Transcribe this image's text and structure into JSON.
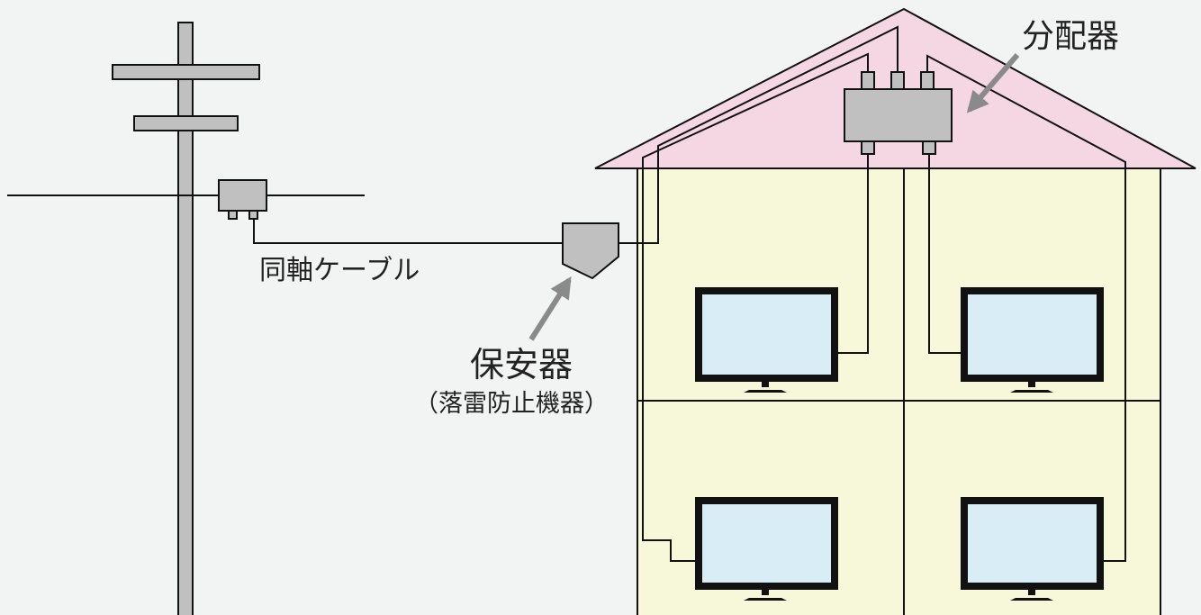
{
  "labels": {
    "coax_cable": "同軸ケーブル",
    "protector": "保安器",
    "protector_sub": "（落雷防止機器）",
    "splitter": "分配器"
  },
  "colors": {
    "background": "#f2f4f4",
    "roof": "#f5d6e3",
    "wall": "#f7f7d9",
    "tv_screen": "#d8edf5",
    "device_gray": "#c0c0c0",
    "arrow_gray": "#8a8a8a",
    "line": "#111111"
  },
  "icons": [
    "utility-pole-icon",
    "tap-box-icon",
    "protector-device-icon",
    "splitter-device-icon",
    "tv-icon"
  ]
}
